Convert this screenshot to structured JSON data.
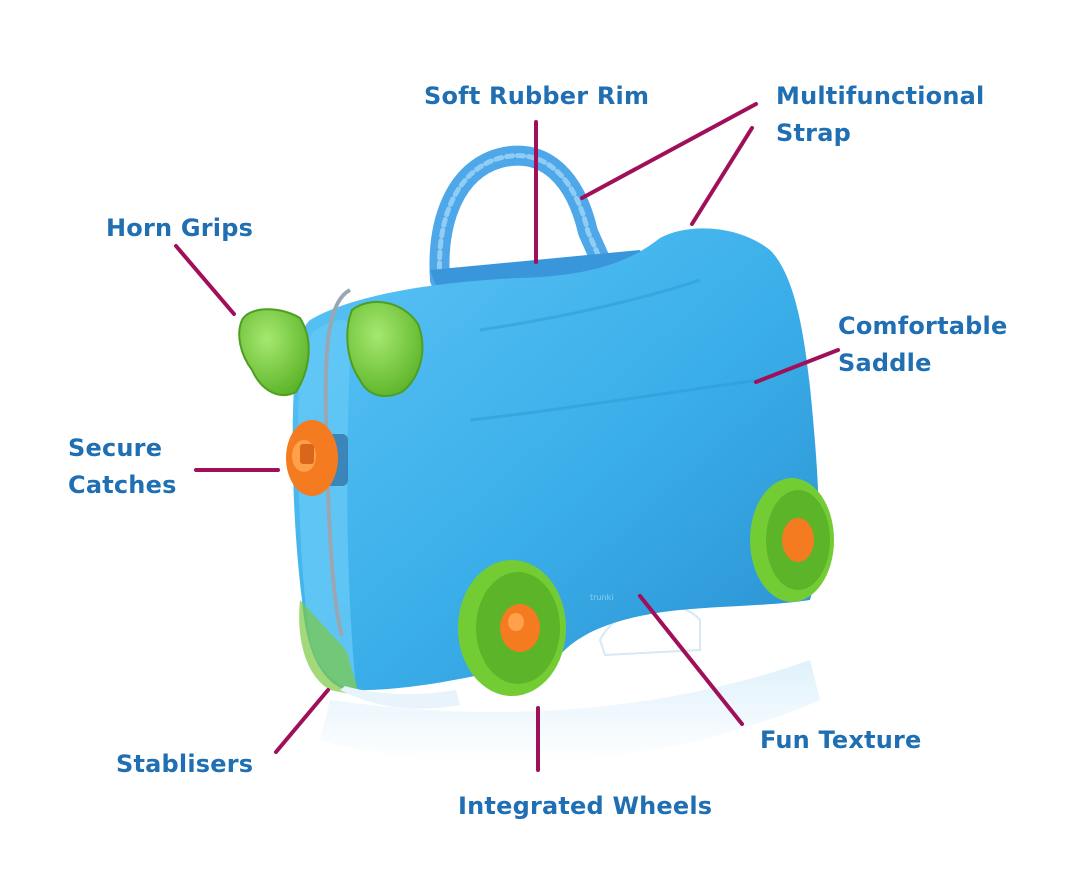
{
  "labels": {
    "soft_rubber_rim": "Soft Rubber Rim",
    "multifunctional_strap": "Multifunctional\nStrap",
    "horn_grips": "Horn Grips",
    "comfortable_saddle": "Comfortable\nSaddle",
    "secure_catches": "Secure\nCatches",
    "fun_texture": "Fun Texture",
    "stablisers": "Stablisers",
    "integrated_wheels": "Integrated Wheels"
  },
  "colors": {
    "label_text": "#1f6fb2",
    "leader_line": "#a0105a",
    "case_body": "#3fb0ec",
    "horn": "#7ed03a",
    "wheel_tyre": "#74cc35",
    "wheel_hub": "#f47b20",
    "catch": "#f47b20",
    "strap": "#4da7e8"
  }
}
